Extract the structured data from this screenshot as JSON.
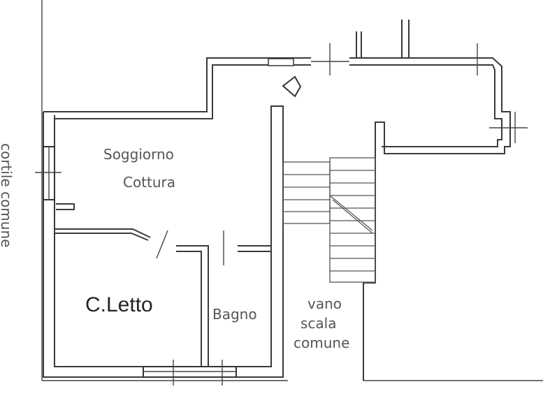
{
  "plan": {
    "rooms": {
      "soggiorno_line1": "Soggiorno",
      "soggiorno_line2": "Cottura",
      "letto": "C.Letto",
      "bagno": "Bagno",
      "vano_line1": "vano",
      "vano_line2": "scala",
      "vano_line3": "comune"
    },
    "exterior_label": "cortile comune"
  }
}
